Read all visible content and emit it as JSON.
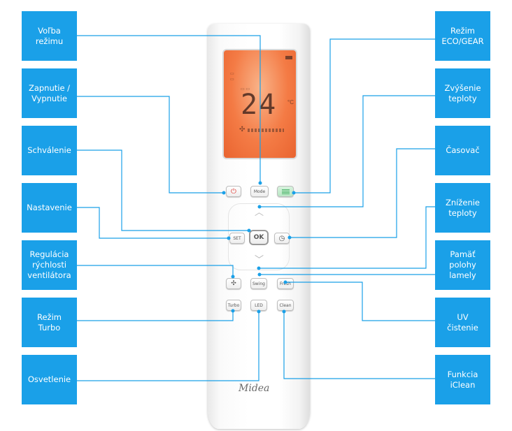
{
  "labels_left": [
    {
      "id": "mode-select-label",
      "text": "Voľba\nrežimu"
    },
    {
      "id": "power-label",
      "text": "Zapnutie /\nVypnutie"
    },
    {
      "id": "confirm-label",
      "text": "Schválenie"
    },
    {
      "id": "setting-label",
      "text": "Nastavenie"
    },
    {
      "id": "fan-speed-label",
      "text": "Regulácia\nrýchlosti\nventilátora"
    },
    {
      "id": "turbo-label",
      "text": "Režim\nTurbo"
    },
    {
      "id": "lighting-label",
      "text": "Osvetlenie"
    }
  ],
  "labels_right": [
    {
      "id": "eco-gear-label",
      "text": "Režim\nECO/GEAR"
    },
    {
      "id": "temp-up-label",
      "text": "Zvýšenie\nteploty"
    },
    {
      "id": "timer-label",
      "text": "Časovač"
    },
    {
      "id": "temp-down-label",
      "text": "Zníženie\nteploty"
    },
    {
      "id": "louver-memory-label",
      "text": "Pamäť\npolohy\nlamely"
    },
    {
      "id": "uv-clean-label",
      "text": "UV\nčistenie"
    },
    {
      "id": "iclean-label",
      "text": "Funkcia\niClean"
    }
  ],
  "remote": {
    "display_temperature": "24",
    "display_unit": "°C",
    "buttons": {
      "mode": "Mode",
      "set": "SET",
      "ok": "OK",
      "swing": "Swing",
      "fresh": "Fresh",
      "turbo": "Turbo",
      "led": "LED",
      "clean": "Clean",
      "power_icon": "⏻",
      "timer_icon": "◷",
      "fan_icon": "✣",
      "up_icon": "︿",
      "down_icon": "﹀"
    },
    "brand": "Midea"
  },
  "colors": {
    "label_bg": "#1aa0e8",
    "line": "#1aa0e8",
    "lcd": "#f47b45",
    "power": "#e0413a",
    "eco": "#b8e6c4"
  }
}
